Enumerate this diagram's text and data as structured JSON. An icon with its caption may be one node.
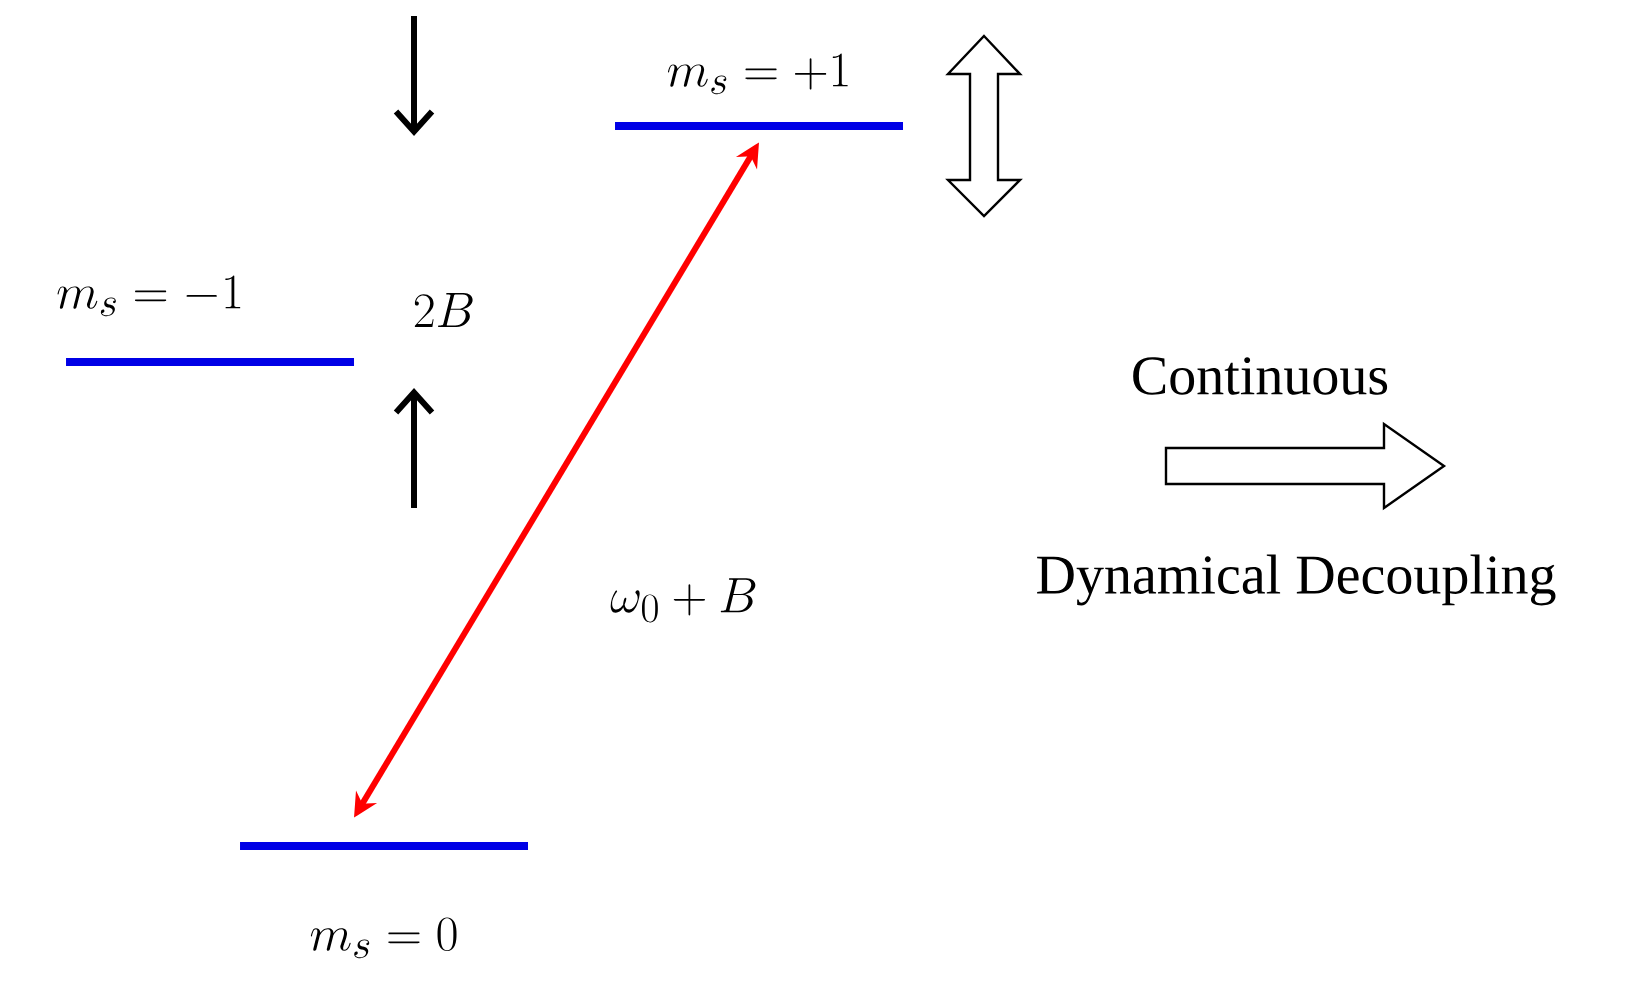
{
  "diagram": {
    "nodes": [
      {
        "text": [
          "m_s = +1"
        ]
      },
      {
        "text": [
          "m_s = -1"
        ]
      },
      {
        "text": [
          "m_s = 0"
        ]
      }
    ],
    "edges": [
      {
        "from": 0,
        "to": 2,
        "arrow": "both",
        "label": "\\omega_0 + B"
      }
    ],
    "labels": [
      "2B",
      "Continuous",
      "Dynamical Decoupling"
    ]
  }
}
